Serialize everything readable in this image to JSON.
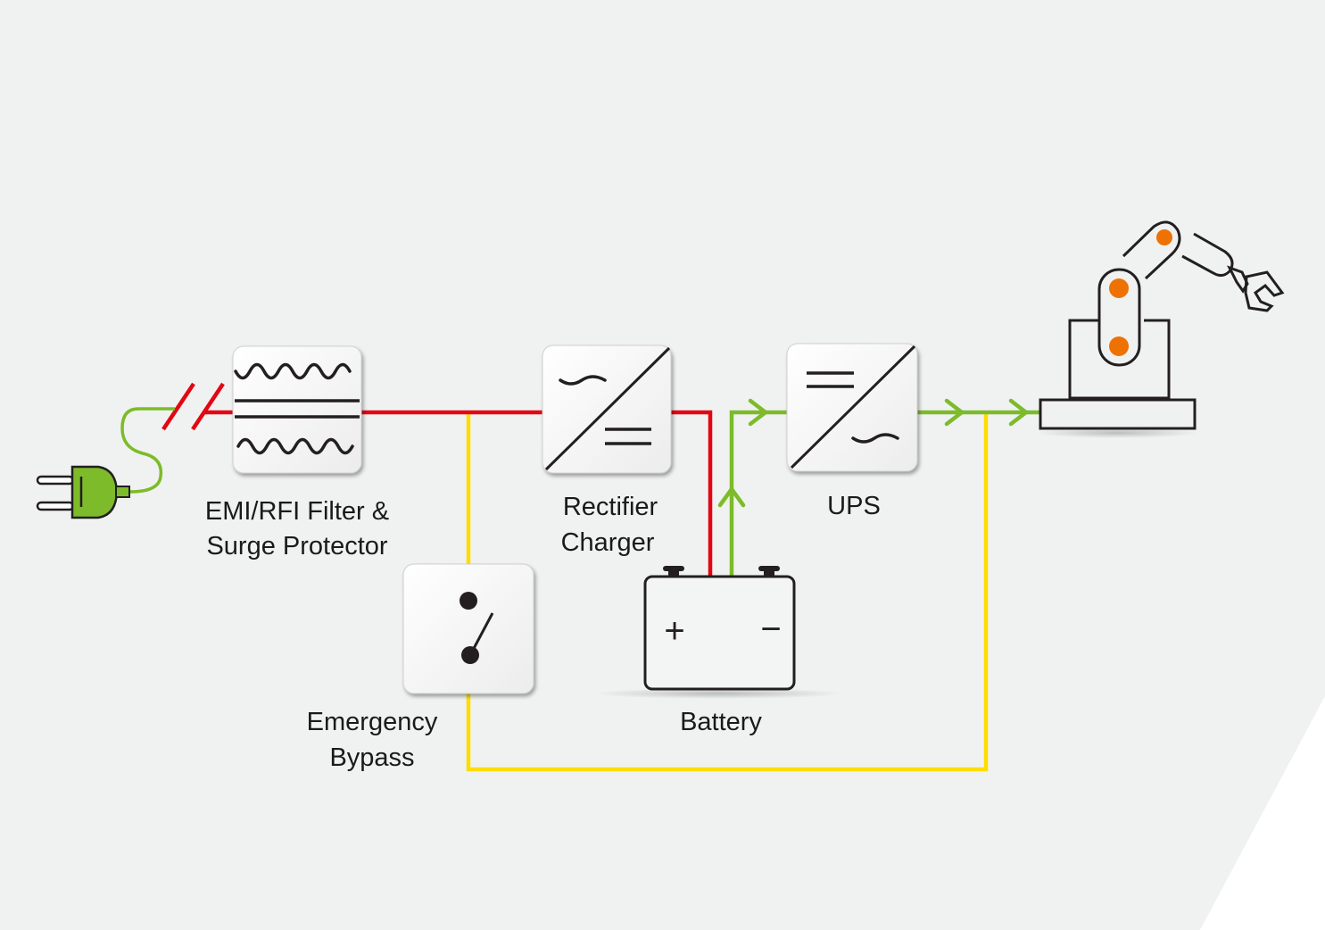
{
  "labels": {
    "filter_line1": "EMI/RFI Filter &",
    "filter_line2": "Surge Protector",
    "rectifier_line1": "Rectifier",
    "rectifier_line2": "Charger",
    "ups": "UPS",
    "bypass_line1": "Emergency",
    "bypass_line2": "Bypass",
    "battery": "Battery",
    "battery_plus": "+",
    "battery_minus": "−"
  },
  "icons": [
    "power-plug-icon",
    "filter-icon",
    "ac-dc-converter-icon",
    "dc-ac-converter-icon",
    "switch-icon",
    "battery-icon",
    "robot-arm-icon"
  ],
  "colors": {
    "background": "#f0f2f1",
    "mains_line": "#e30613",
    "output_line": "#7dbb2a",
    "bypass_line": "#ffdd00",
    "plug": "#7dbb2a",
    "robot_joints": "#ee7203",
    "outline": "#231f20"
  }
}
